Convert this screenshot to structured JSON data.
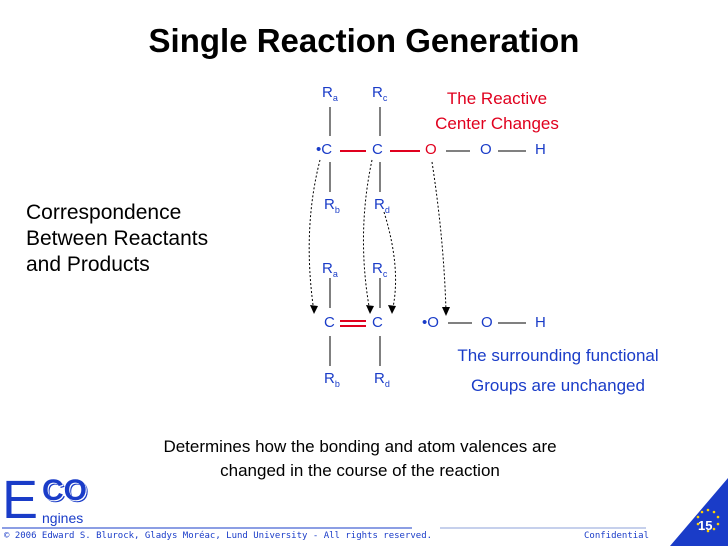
{
  "slide": {
    "title": "Single Reaction Generation",
    "correspondence_lines": [
      "Correspondence",
      "Between Reactants",
      "and Products"
    ],
    "reactive_center_lines": [
      "The Reactive",
      "Center Changes"
    ],
    "unchanged_lines": [
      "The surrounding functional",
      "Groups are unchanged"
    ],
    "bottom_lines": [
      "Determines how the bonding and atom valences are",
      "changed in the course of the reaction"
    ],
    "page_number": "15"
  },
  "reactant": {
    "ra": "R",
    "ra_sub": "a",
    "rc": "R",
    "rc_sub": "c",
    "rb": "R",
    "rb_sub": "b",
    "rd": "R",
    "rd_sub": "d",
    "c1": "C",
    "c1_radical": "•",
    "c2": "C",
    "o1": "O",
    "o2": "O",
    "h": "H"
  },
  "product": {
    "ra": "R",
    "ra_sub": "a",
    "rc": "R",
    "rc_sub": "c",
    "rb": "R",
    "rb_sub": "b",
    "rd": "R",
    "rd_sub": "d",
    "c1": "C",
    "c2": "C",
    "o1": "O",
    "o1_radical": "•",
    "o2": "O",
    "h": "H"
  },
  "footer": {
    "copyright": "© 2006 Edward S. Blurock, Gladys Moréac, Lund University - All rights reserved.",
    "confidential": "Confidential"
  },
  "logo": {
    "big_letter": "E",
    "co": "CO",
    "ngines": "ngines"
  },
  "colors": {
    "blue": "#1a3cc8",
    "red": "#e0001e",
    "text": "#000000"
  }
}
